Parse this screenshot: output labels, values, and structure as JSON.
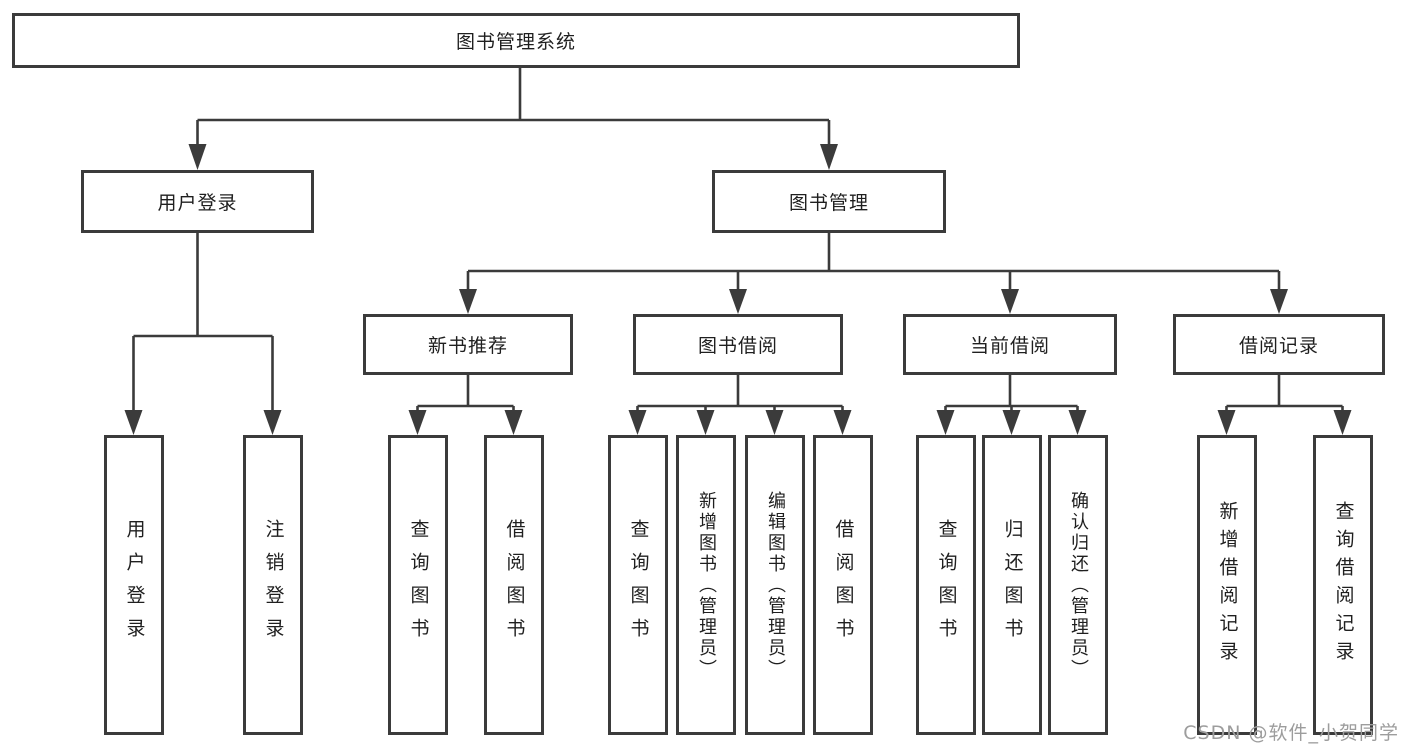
{
  "colors": {
    "line": "#3b3b3b",
    "box_border": "#3b3b3b",
    "text": "#1f1f1f",
    "watermark": "#9d9d9d",
    "background": "#ffffff"
  },
  "tree": {
    "root": "图书管理系统",
    "branches": [
      {
        "label": "用户登录",
        "children": [
          "用户登录",
          "注销登录"
        ]
      },
      {
        "label": "图书管理",
        "groups": [
          {
            "label": "新书推荐",
            "children": [
              "查询图书",
              "借阅图书"
            ]
          },
          {
            "label": "图书借阅",
            "children": [
              "查询图书",
              "新增图书（管理员）",
              "编辑图书（管理员）",
              "借阅图书"
            ]
          },
          {
            "label": "当前借阅",
            "children": [
              "查询图书",
              "归还图书",
              "确认归还（管理员）"
            ]
          },
          {
            "label": "借阅记录",
            "children": [
              "新增借阅记录",
              "查询借阅记录"
            ]
          }
        ]
      }
    ]
  },
  "watermark": "CSDN @软件_小贺同学"
}
